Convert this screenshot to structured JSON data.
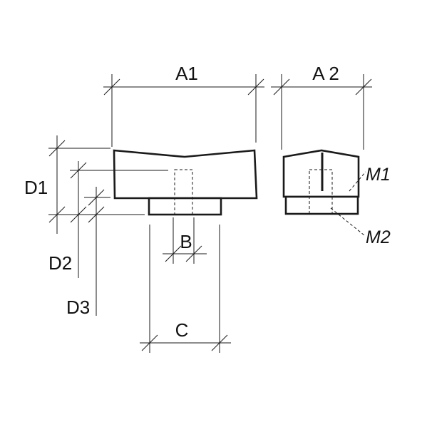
{
  "labels": {
    "a1": "A1",
    "a2": "A 2",
    "d1": "D1",
    "d2": "D2",
    "d3": "D3",
    "b": "B",
    "c": "C",
    "m1": "M1",
    "m2": "M2"
  }
}
